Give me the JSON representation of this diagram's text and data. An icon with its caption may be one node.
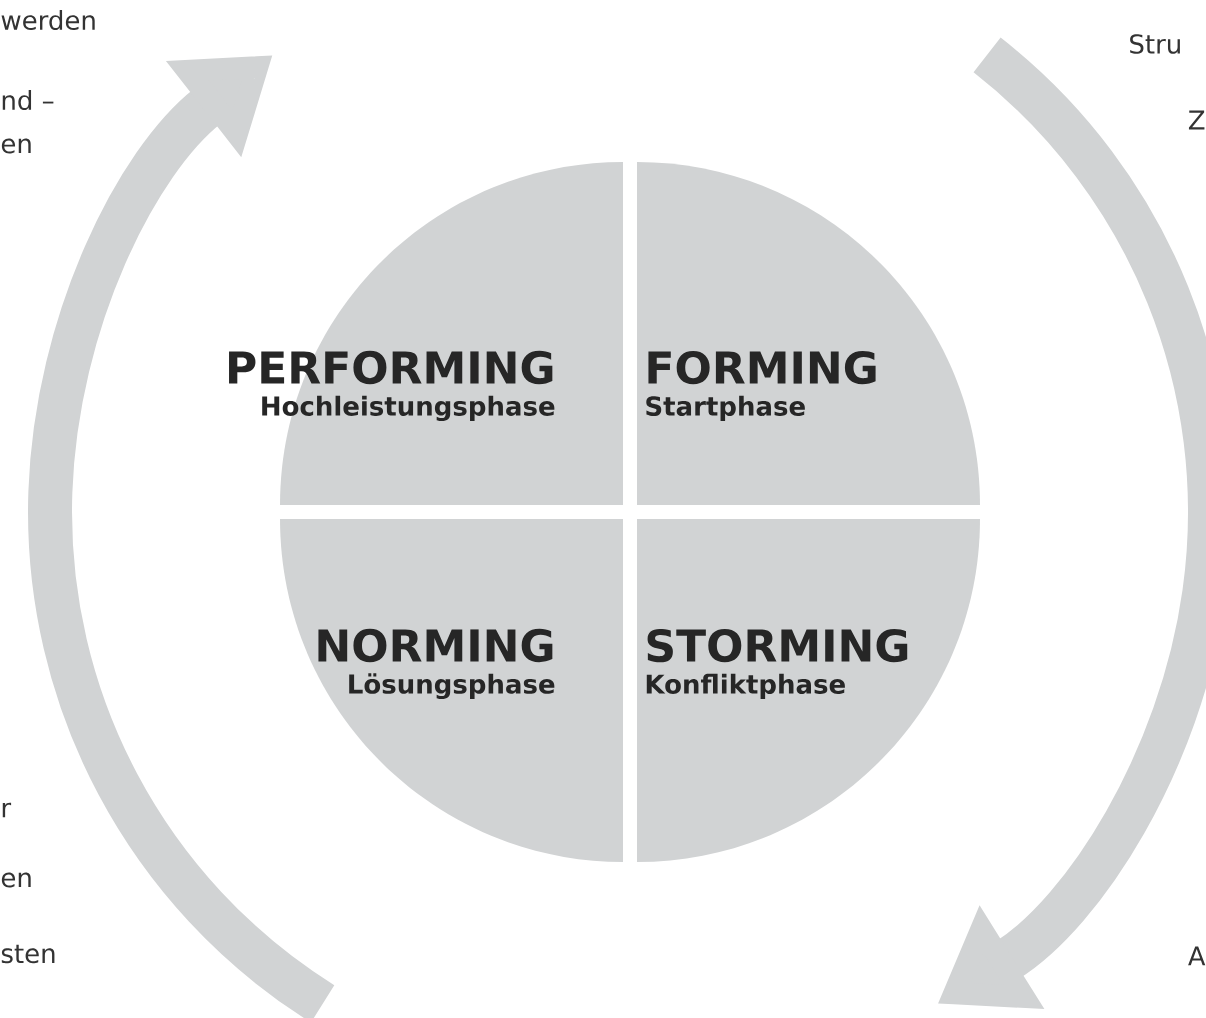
{
  "diagram": {
    "nodes": [
      {
        "text": [
          "PERFORMING",
          "Hochleistungsphase"
        ]
      },
      {
        "text": [
          "FORMING",
          "Startphase"
        ]
      },
      {
        "text": [
          "NORMING",
          "Lösungsphase"
        ]
      },
      {
        "text": [
          "STORMING",
          "Konfliktphase"
        ]
      }
    ],
    "labels": [
      "werden",
      "nd –",
      "en",
      "r",
      "en",
      "sten",
      "Stru",
      "Z",
      "A"
    ]
  }
}
